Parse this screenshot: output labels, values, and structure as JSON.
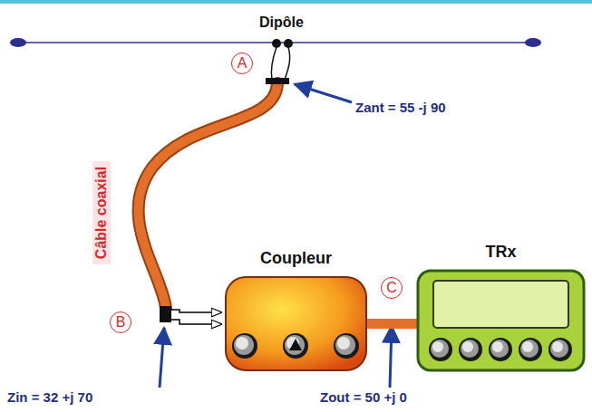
{
  "diagram": {
    "nodes": [
      {
        "text": [
          "A"
        ]
      },
      {
        "text": [
          "B"
        ]
      },
      {
        "text": [
          "C"
        ]
      },
      {
        "text": [
          "Coupleur"
        ]
      },
      {
        "text": [
          "TRx"
        ]
      }
    ],
    "edges": [
      {
        "from": 3,
        "to": 4,
        "arrow": "none"
      }
    ],
    "labels": [
      "Dipôle",
      "Câble coaxial",
      "Zant = 55 -j 90",
      "Zin = 32 +j 70",
      "Zout = 50 +j 0"
    ]
  }
}
